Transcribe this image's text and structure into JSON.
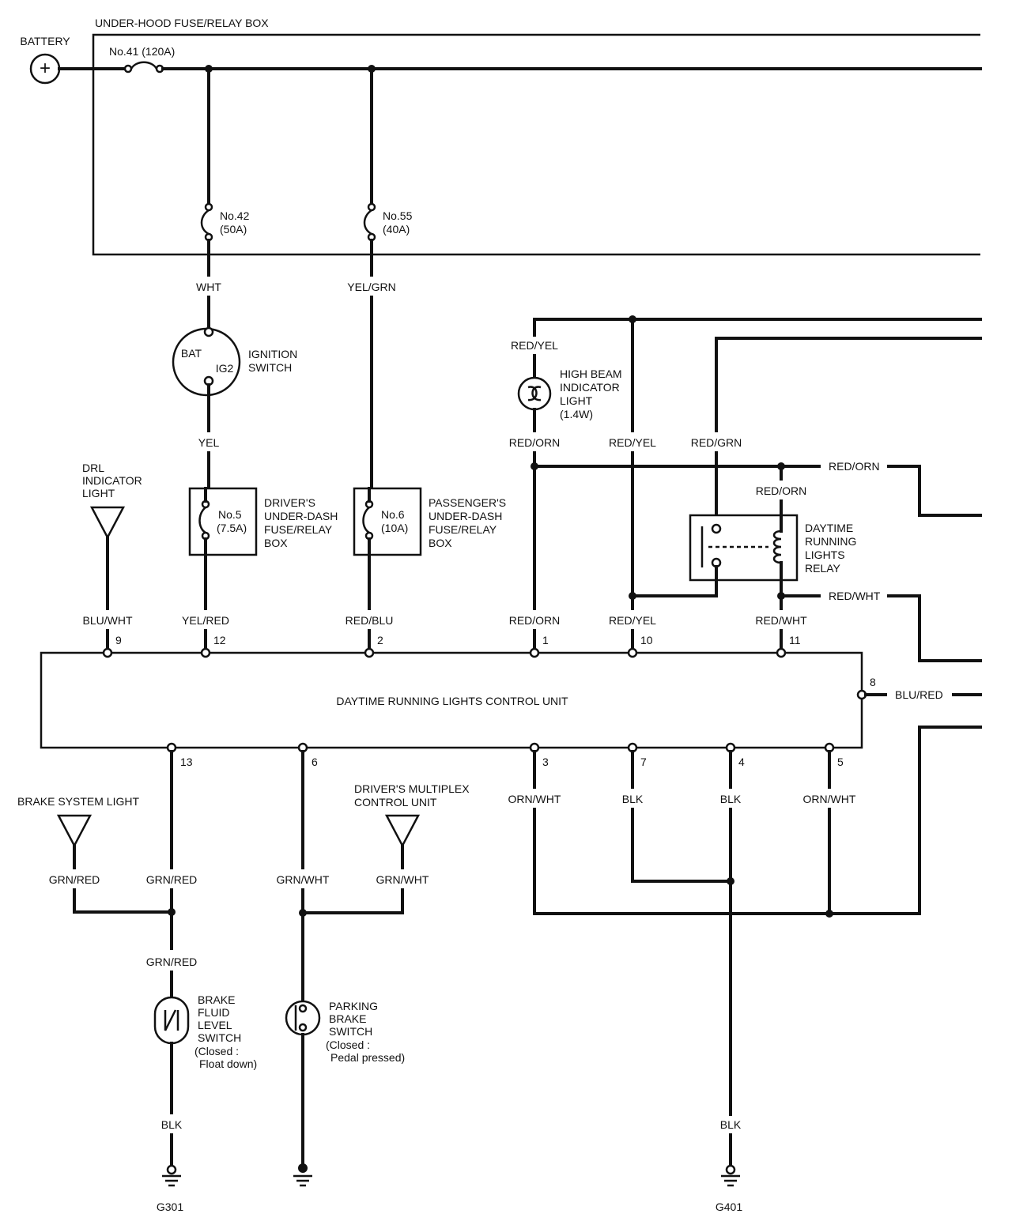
{
  "labels": {
    "fuse_box": "UNDER-HOOD FUSE/RELAY BOX",
    "battery": "BATTERY",
    "battery_symbol": "+",
    "fuse41": "No.41 (120A)",
    "fuse42_line1": "No.42",
    "fuse42_line2": "(50A)",
    "fuse55_line1": "No.55",
    "fuse55_line2": "(40A)",
    "ign_line1": "IGNITION",
    "ign_line2": "SWITCH",
    "ign_bat": "BAT",
    "ign_ig2": "IG2",
    "hb_line1": "HIGH BEAM",
    "hb_line2": "INDICATOR",
    "hb_line3": "LIGHT",
    "hb_line4": "(1.4W)",
    "drl_ind_line1": "DRL",
    "drl_ind_line2": "INDICATOR",
    "drl_ind_line3": "LIGHT",
    "fuse5_line1": "No.5",
    "fuse5_line2": "(7.5A)",
    "fuse6_line1": "No.6",
    "fuse6_line2": "(10A)",
    "driver_box_line1": "DRIVER'S",
    "driver_box_line2": "UNDER-DASH",
    "driver_box_line3": "FUSE/RELAY",
    "driver_box_line4": "BOX",
    "pass_box_line1": "PASSENGER'S",
    "pass_box_line2": "UNDER-DASH",
    "pass_box_line3": "FUSE/RELAY",
    "pass_box_line4": "BOX",
    "relay_line1": "DAYTIME",
    "relay_line2": "RUNNING",
    "relay_line3": "LIGHTS",
    "relay_line4": "RELAY",
    "control_unit": "DAYTIME RUNNING LIGHTS CONTROL UNIT",
    "brake_sys_light": "BRAKE SYSTEM LIGHT",
    "mux_line1": "DRIVER'S MULTIPLEX",
    "mux_line2": "CONTROL UNIT",
    "bfl_line1": "BRAKE",
    "bfl_line2": "FLUID",
    "bfl_line3": "LEVEL",
    "bfl_line4": "SWITCH",
    "bfl_line5": "(Closed :",
    "bfl_line6": "Float down)",
    "pb_line1": "PARKING",
    "pb_line2": "BRAKE",
    "pb_line3": "SWITCH",
    "pb_line4": "(Closed :",
    "pb_line5": "Pedal pressed)",
    "g301": "G301",
    "g401": "G401"
  },
  "wires": {
    "wht": "WHT",
    "yel_grn": "YEL/GRN",
    "yel": "YEL",
    "red_yel_top": "RED/YEL",
    "red_orn_hb": "RED/ORN",
    "red_yel_mid": "RED/YEL",
    "red_grn": "RED/GRN",
    "red_orn_right": "RED/ORN",
    "red_orn_relay": "RED/ORN",
    "red_wht_right": "RED/WHT",
    "blu_wht": "BLU/WHT",
    "yel_red": "YEL/RED",
    "red_blu": "RED/BLU",
    "red_orn_pin1": "RED/ORN",
    "red_yel_pin10": "RED/YEL",
    "red_wht_pin11": "RED/WHT",
    "blu_red": "BLU/RED",
    "orn_wht_3": "ORN/WHT",
    "blk_7": "BLK",
    "blk_4": "BLK",
    "orn_wht_5": "ORN/WHT",
    "grn_red_left": "GRN/RED",
    "grn_red_13": "GRN/RED",
    "grn_wht_6": "GRN/WHT",
    "grn_wht_mux": "GRN/WHT",
    "grn_red_lower": "GRN/RED",
    "blk_g301": "BLK",
    "blk_g401": "BLK"
  },
  "pins": {
    "p9": "9",
    "p12": "12",
    "p2": "2",
    "p1": "1",
    "p10": "10",
    "p11": "11",
    "p8": "8",
    "p13": "13",
    "p6": "6",
    "p3": "3",
    "p7": "7",
    "p4": "4",
    "p5": "5"
  }
}
